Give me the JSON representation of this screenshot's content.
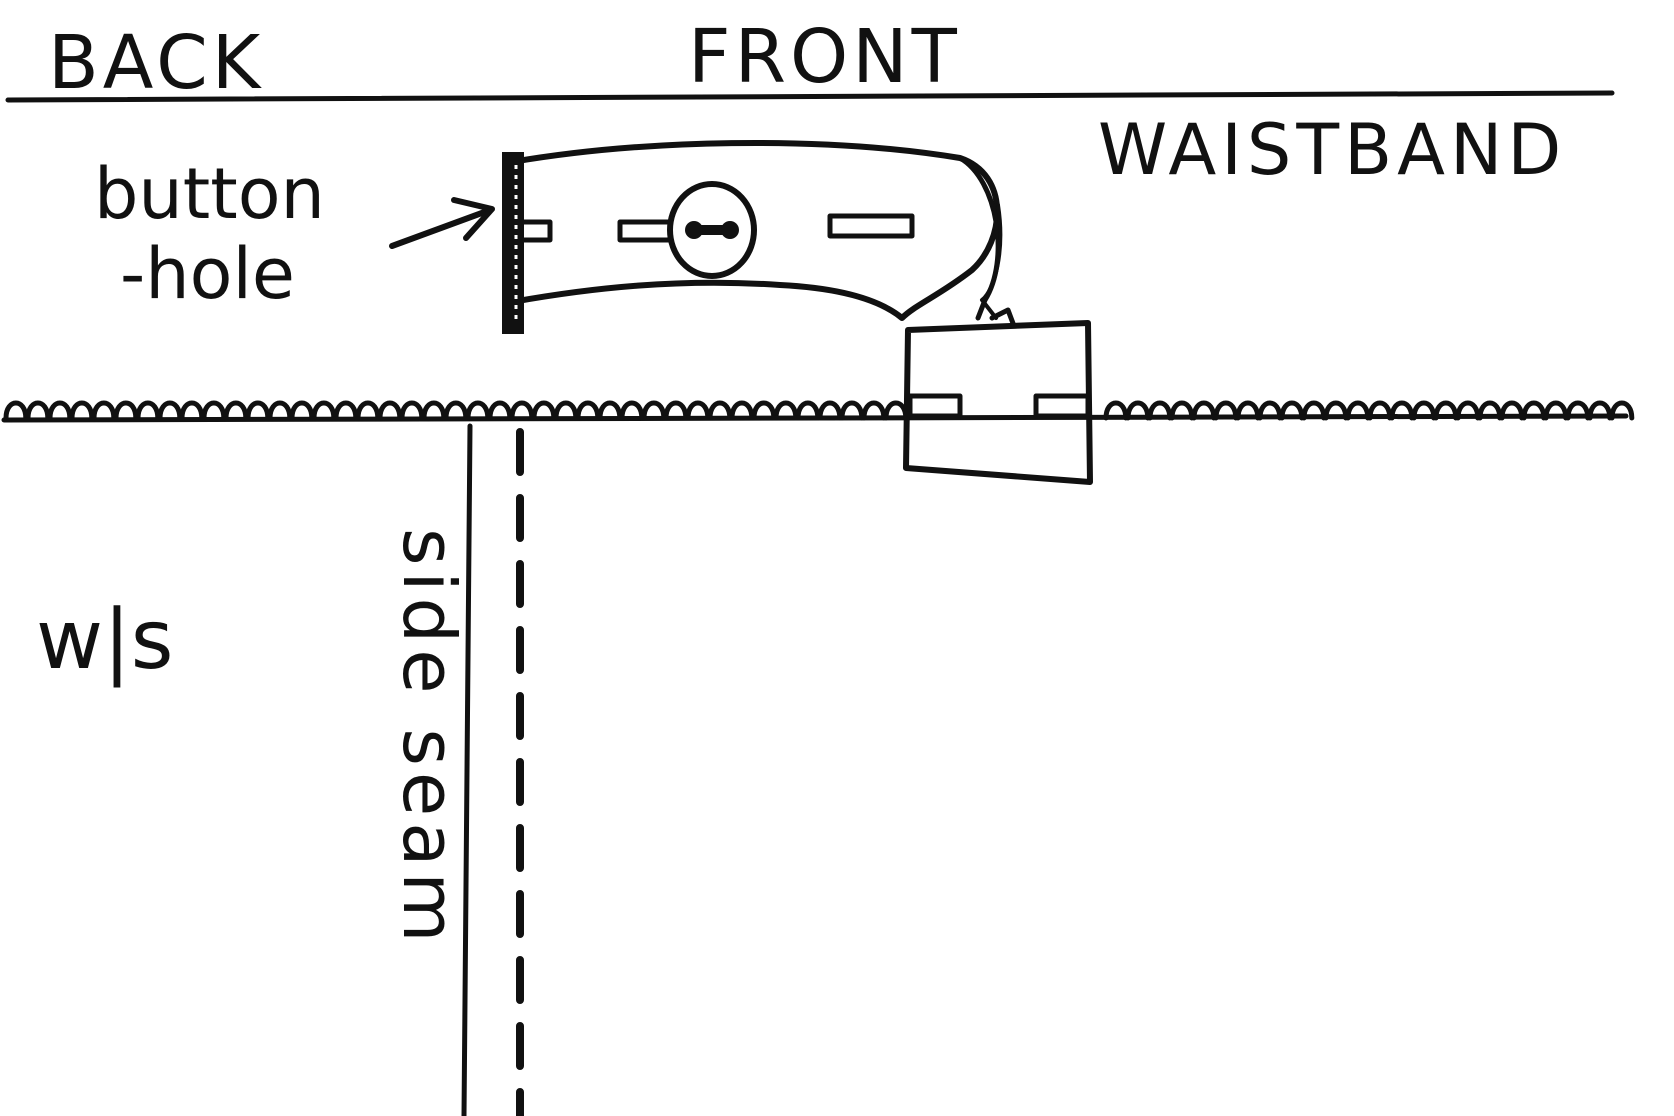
{
  "labels": {
    "back": "BACK",
    "front": "FRONT",
    "waistband": "WAISTBAND",
    "buttonhole_line1": "button",
    "buttonhole_line2": "-hole",
    "wrong_side": "w|s",
    "side_seam": "side seam"
  },
  "colors": {
    "ink": "#111111",
    "paper": "#ffffff"
  }
}
